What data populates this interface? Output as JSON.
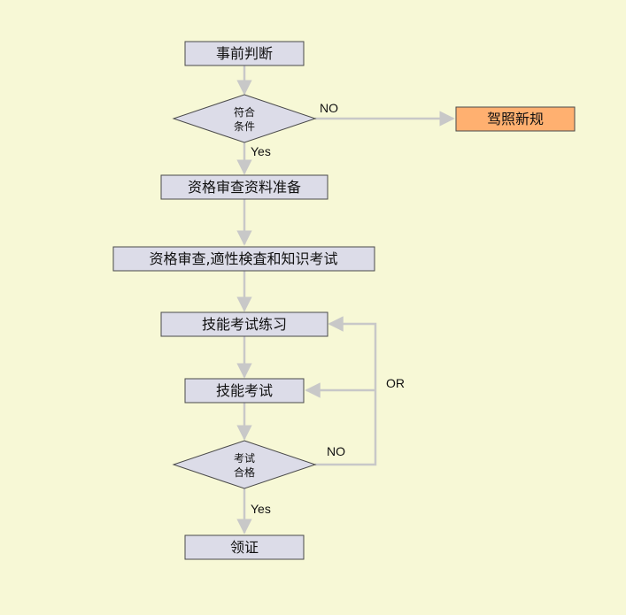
{
  "colors": {
    "background": "#f7f8d6",
    "box_fill": "#dcdce8",
    "box_stroke": "#4a4a4a",
    "highlight_fill": "#ffb070",
    "connector": "#c8c8c8"
  },
  "nodes": {
    "pre_judgment": "事前判断",
    "eligible_line1": "符合",
    "eligible_line2": "条件",
    "license_new_rules": "驾照新规",
    "qualification_prep": "资格审查资料准备",
    "qualification_check": "资格审查,適性検査和知识考试",
    "skill_practice": "技能考试练习",
    "skill_exam": "技能考试",
    "passed_line1": "考试",
    "passed_line2": "合格",
    "get_license": "领证"
  },
  "edge_labels": {
    "eligible_no": "NO",
    "eligible_yes": "Yes",
    "passed_no": "NO",
    "retry_or": "OR",
    "passed_yes": "Yes"
  }
}
